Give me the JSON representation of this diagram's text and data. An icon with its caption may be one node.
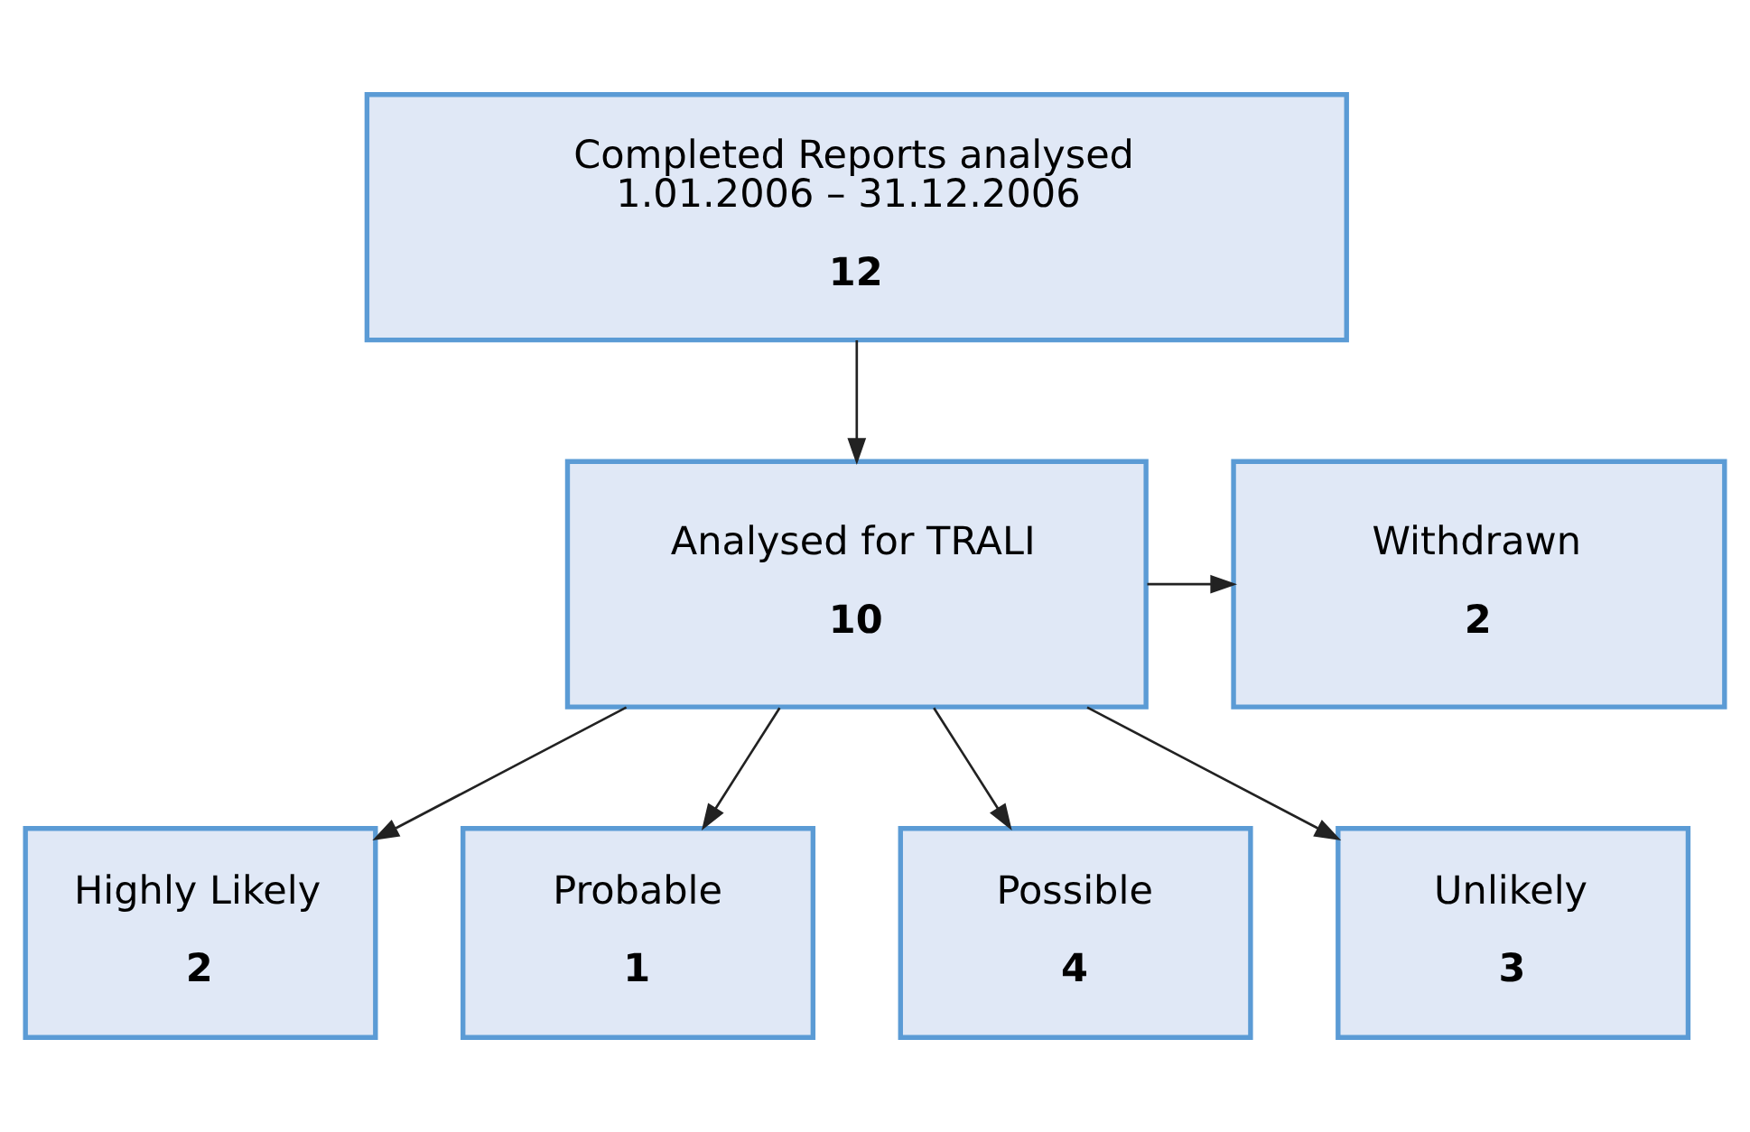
{
  "diagram": {
    "nodes": [
      {
        "text": [
          "Completed Reports analysed 1.01.2006 – 31.12.2006",
          "12"
        ]
      },
      {
        "text": [
          "Analysed for TRALI",
          "10"
        ]
      },
      {
        "text": [
          "Withdrawn",
          "2"
        ]
      },
      {
        "text": [
          "Highly Likely",
          "2"
        ]
      },
      {
        "text": [
          "Probable",
          "1"
        ]
      },
      {
        "text": [
          "Possible",
          "4"
        ]
      },
      {
        "text": [
          "Unlikely",
          "3"
        ]
      }
    ],
    "edges": [
      {
        "from": 0,
        "to": 1,
        "arrow": "to"
      },
      {
        "from": 1,
        "to": 2,
        "arrow": "to"
      },
      {
        "from": 1,
        "to": 3,
        "arrow": "to"
      },
      {
        "from": 1,
        "to": 4,
        "arrow": "to"
      },
      {
        "from": 1,
        "to": 5,
        "arrow": "to"
      },
      {
        "from": 1,
        "to": 6,
        "arrow": "to"
      }
    ]
  }
}
